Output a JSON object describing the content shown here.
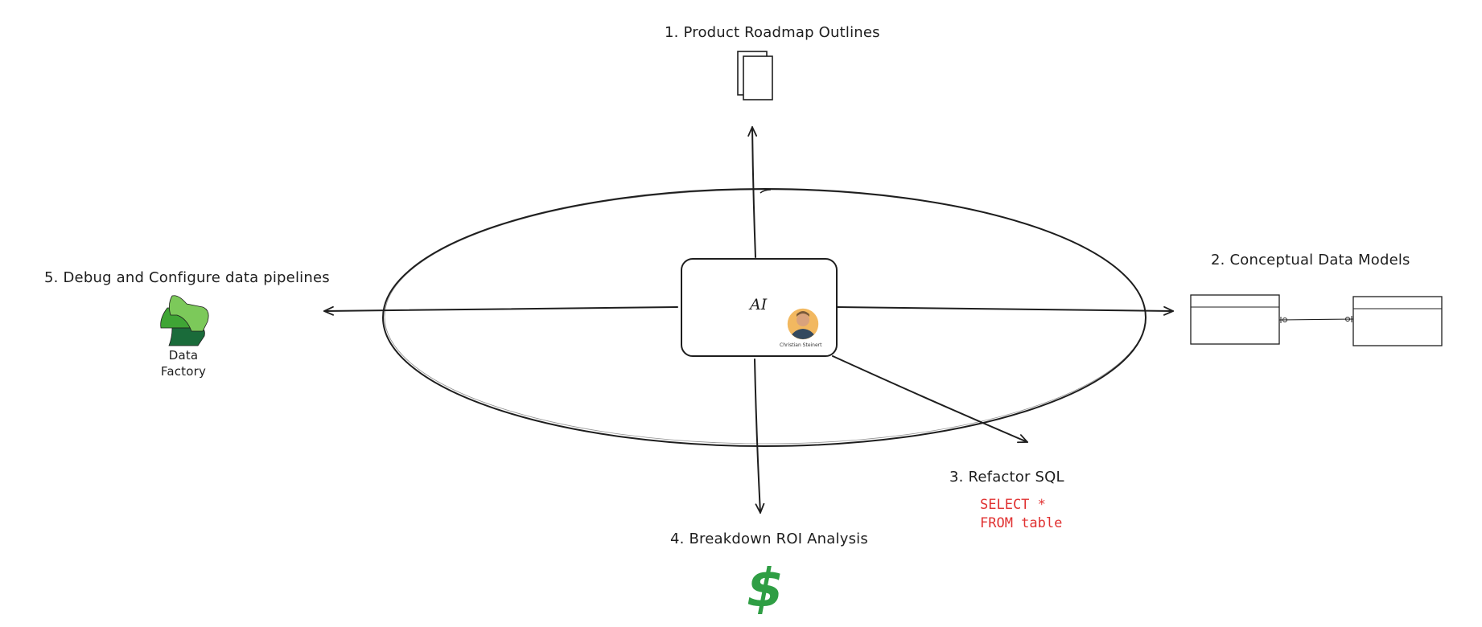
{
  "center": {
    "label": "AI",
    "avatar_caption": "Christian Steinert"
  },
  "nodes": {
    "product_roadmap": {
      "label": "1. Product Roadmap Outlines",
      "icon": "document-stack-icon"
    },
    "data_models": {
      "label": "2. Conceptual Data Models",
      "icon": "entity-relationship-icon"
    },
    "refactor_sql": {
      "label": "3. Refactor SQL",
      "code": "SELECT *\nFROM table"
    },
    "roi_analysis": {
      "label": "4. Breakdown ROI Analysis",
      "icon": "dollar-icon",
      "symbol": "$"
    },
    "pipelines": {
      "label": "5. Debug and Configure data pipelines",
      "icon": "data-factory-icon",
      "icon_caption": "Data Factory"
    }
  },
  "colors": {
    "stroke": "#1e1e1e",
    "sql_text": "#e03131",
    "dollar": "#2f9e44",
    "data_factory_light": "#7cc95a",
    "data_factory_mid": "#3fa535",
    "data_factory_dark": "#1a6b3a"
  }
}
